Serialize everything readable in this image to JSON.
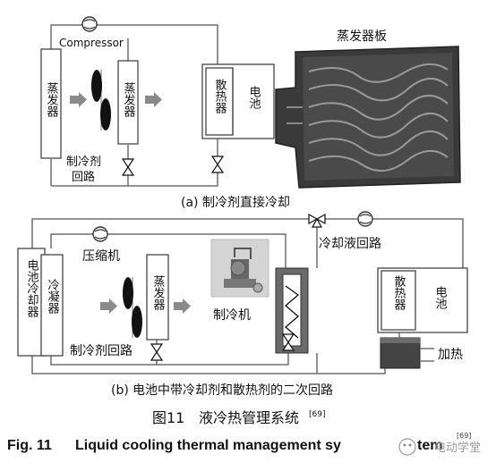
{
  "panel_a": {
    "compressor_label": "Compressor",
    "evaporator_left": "蒸发器",
    "evaporator_right": "蒸发器",
    "radiator": "散热器",
    "battery": "电池",
    "refrigerant_loop": [
      "制冷剂",
      "回路"
    ],
    "evaporator_plate": "蒸发器板",
    "caption_letter": "(a)",
    "caption": "制冷剂直接冷却"
  },
  "panel_b": {
    "battery_cooler": "电池冷却器",
    "condenser": "冷凝器",
    "compressor": "压缩机",
    "evaporator": "蒸发器",
    "chiller": "制冷机",
    "coolant_loop": "冷却液回路",
    "radiator": "散热器",
    "battery": "电池",
    "heating": "加热",
    "refrigerant_loop": "制冷剂回路",
    "caption_letter": "(b)",
    "caption": "电池中带冷却剂和散热剂的二次回路"
  },
  "figure": {
    "title_cn": "图11",
    "title_cn_text": "液冷热管理系统",
    "ref": "[69]",
    "title_en": "Fig. 11",
    "title_en_text": "Liquid cooling thermal management sy",
    "title_en_tail": "tem",
    "watermark": "电动学堂"
  },
  "colors": {
    "line": "#6f6f6f",
    "box_stroke": "#444444",
    "plate_dark": "#2f2f2f",
    "plate_mid": "#555555",
    "arrow": "#8a8a8a"
  }
}
